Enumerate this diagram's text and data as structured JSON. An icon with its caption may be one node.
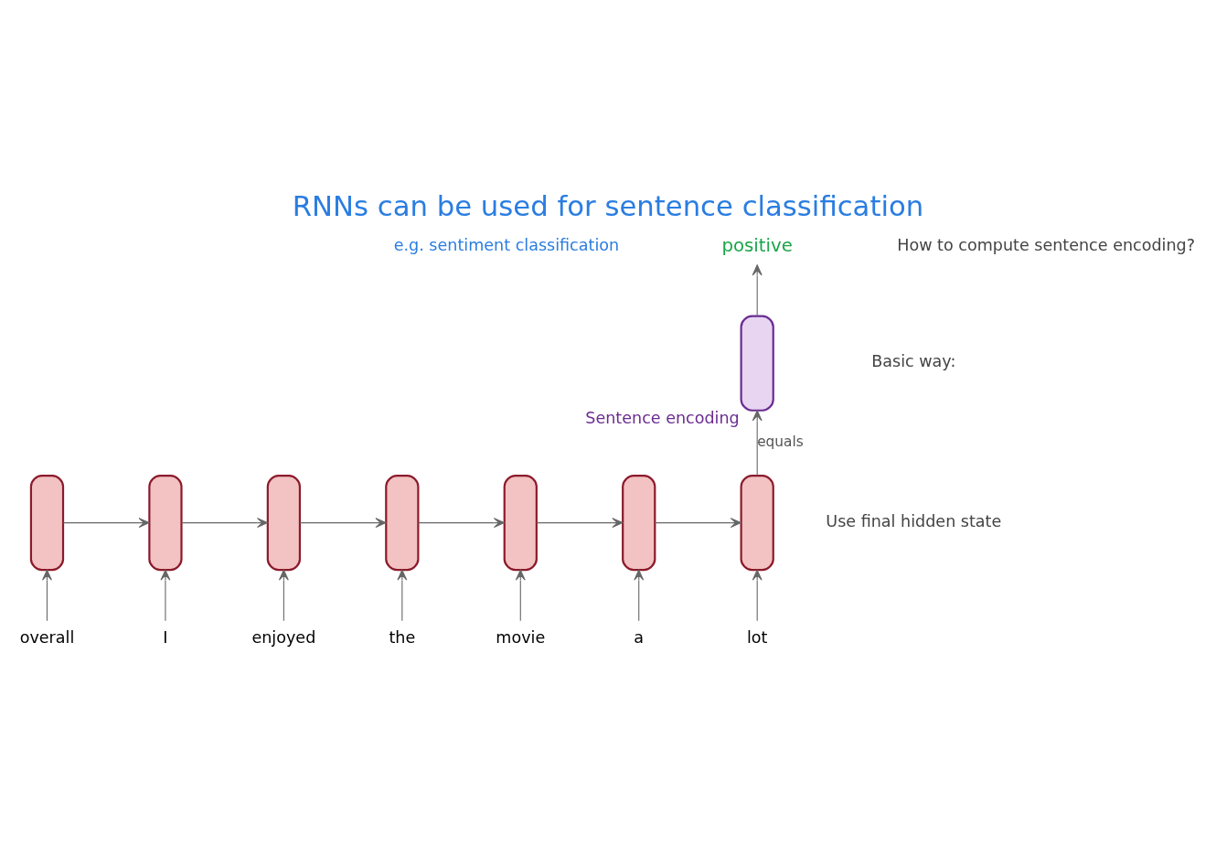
{
  "diagram": {
    "title": "RNNs can be used for sentence classification",
    "nodes": [
      {
        "text": [
          "positive"
        ]
      },
      {
        "text": [],
        "shape": "bar",
        "beside": [
          "Sentence encoding"
        ]
      },
      {
        "text": [],
        "shape": "bar"
      },
      {
        "text": [],
        "shape": "bar"
      },
      {
        "text": [],
        "shape": "bar"
      },
      {
        "text": [],
        "shape": "bar"
      },
      {
        "text": [],
        "shape": "bar"
      },
      {
        "text": [],
        "shape": "bar"
      },
      {
        "text": [],
        "shape": "bar"
      },
      {
        "text": [
          "overall"
        ]
      },
      {
        "text": [
          "I"
        ]
      },
      {
        "text": [
          "enjoyed"
        ]
      },
      {
        "text": [
          "the"
        ]
      },
      {
        "text": [
          "movie"
        ]
      },
      {
        "text": [
          "a"
        ]
      },
      {
        "text": [
          "lot"
        ]
      }
    ],
    "edges": [
      {
        "from": 1,
        "to": 0,
        "arrow": "to"
      },
      {
        "from": 8,
        "to": 1,
        "arrow": "to",
        "label": "equals"
      },
      {
        "from": 2,
        "to": 3,
        "arrow": "to"
      },
      {
        "from": 3,
        "to": 4,
        "arrow": "to"
      },
      {
        "from": 4,
        "to": 5,
        "arrow": "to"
      },
      {
        "from": 5,
        "to": 6,
        "arrow": "to"
      },
      {
        "from": 6,
        "to": 7,
        "arrow": "to"
      },
      {
        "from": 7,
        "to": 8,
        "arrow": "to"
      },
      {
        "from": 9,
        "to": 2,
        "arrow": "to"
      },
      {
        "from": 10,
        "to": 3,
        "arrow": "to"
      },
      {
        "from": 11,
        "to": 4,
        "arrow": "to"
      },
      {
        "from": 12,
        "to": 5,
        "arrow": "to"
      },
      {
        "from": 13,
        "to": 6,
        "arrow": "to"
      },
      {
        "from": 14,
        "to": 7,
        "arrow": "to"
      },
      {
        "from": 15,
        "to": 8,
        "arrow": "to"
      }
    ],
    "labels": [
      "e.g. sentiment classification",
      "How to compute sentence encoding?",
      "Basic way:",
      "Use final hidden state"
    ]
  }
}
